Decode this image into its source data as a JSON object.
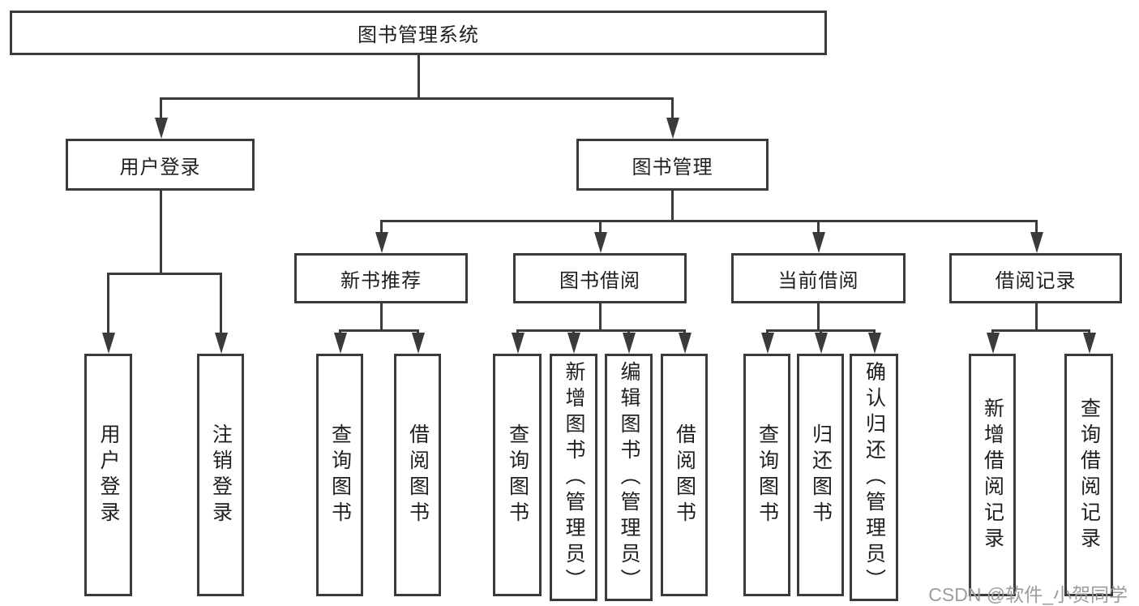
{
  "nodes": {
    "root": "图书管理系统",
    "l2": [
      "用户登录",
      "图书管理"
    ],
    "l3": [
      "新书推荐",
      "图书借阅",
      "当前借阅",
      "借阅记录"
    ],
    "leaves_login": [
      "用户登录",
      "注销登录"
    ],
    "leaves_recommend": [
      "查询图书",
      "借阅图书"
    ],
    "leaves_borrow": [
      "查询图书",
      "新增图书（管理员）",
      "编辑图书（管理员）",
      "借阅图书"
    ],
    "leaves_current": [
      "查询图书",
      "归还图书",
      "确认归还（管理员）"
    ],
    "leaves_records": [
      "新增借阅记录",
      "查询借阅记录"
    ]
  },
  "watermark": "CSDN @软件_小贺同学",
  "colors": {
    "line": "#3a3a3a",
    "text": "#1f1f1f",
    "watermark": "#9c9c9c",
    "background": "#ffffff"
  }
}
